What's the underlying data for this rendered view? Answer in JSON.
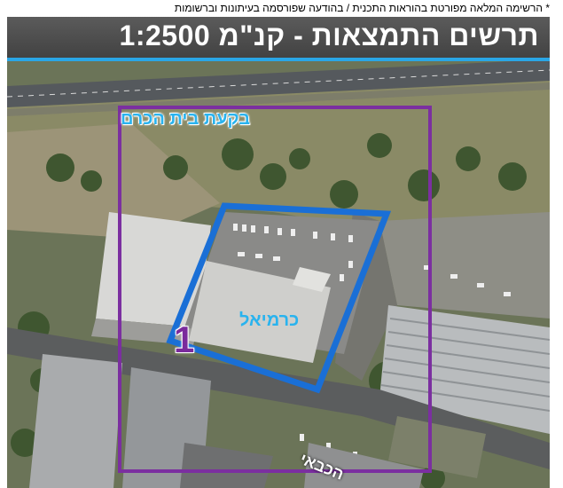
{
  "header": {
    "note": "* הרשימה המלאה מפורטת בהוראות התכנית / בהודעה שפורסמה בעיתונות וברשומות",
    "title": "תרשים התמצאות - קנ\"מ  1:2500"
  },
  "map": {
    "area_label": "בקעת בית הכרם",
    "site_name": "כרמיאל",
    "site_number": "1",
    "street_name": "הכבאי"
  },
  "colors": {
    "title_bar": "#4d4d4d",
    "accent_line": "#2aa6e6",
    "site_outline": "#1a6fd6",
    "area_outline": "#7b2fa0",
    "label_blue": "#29b3ee"
  }
}
